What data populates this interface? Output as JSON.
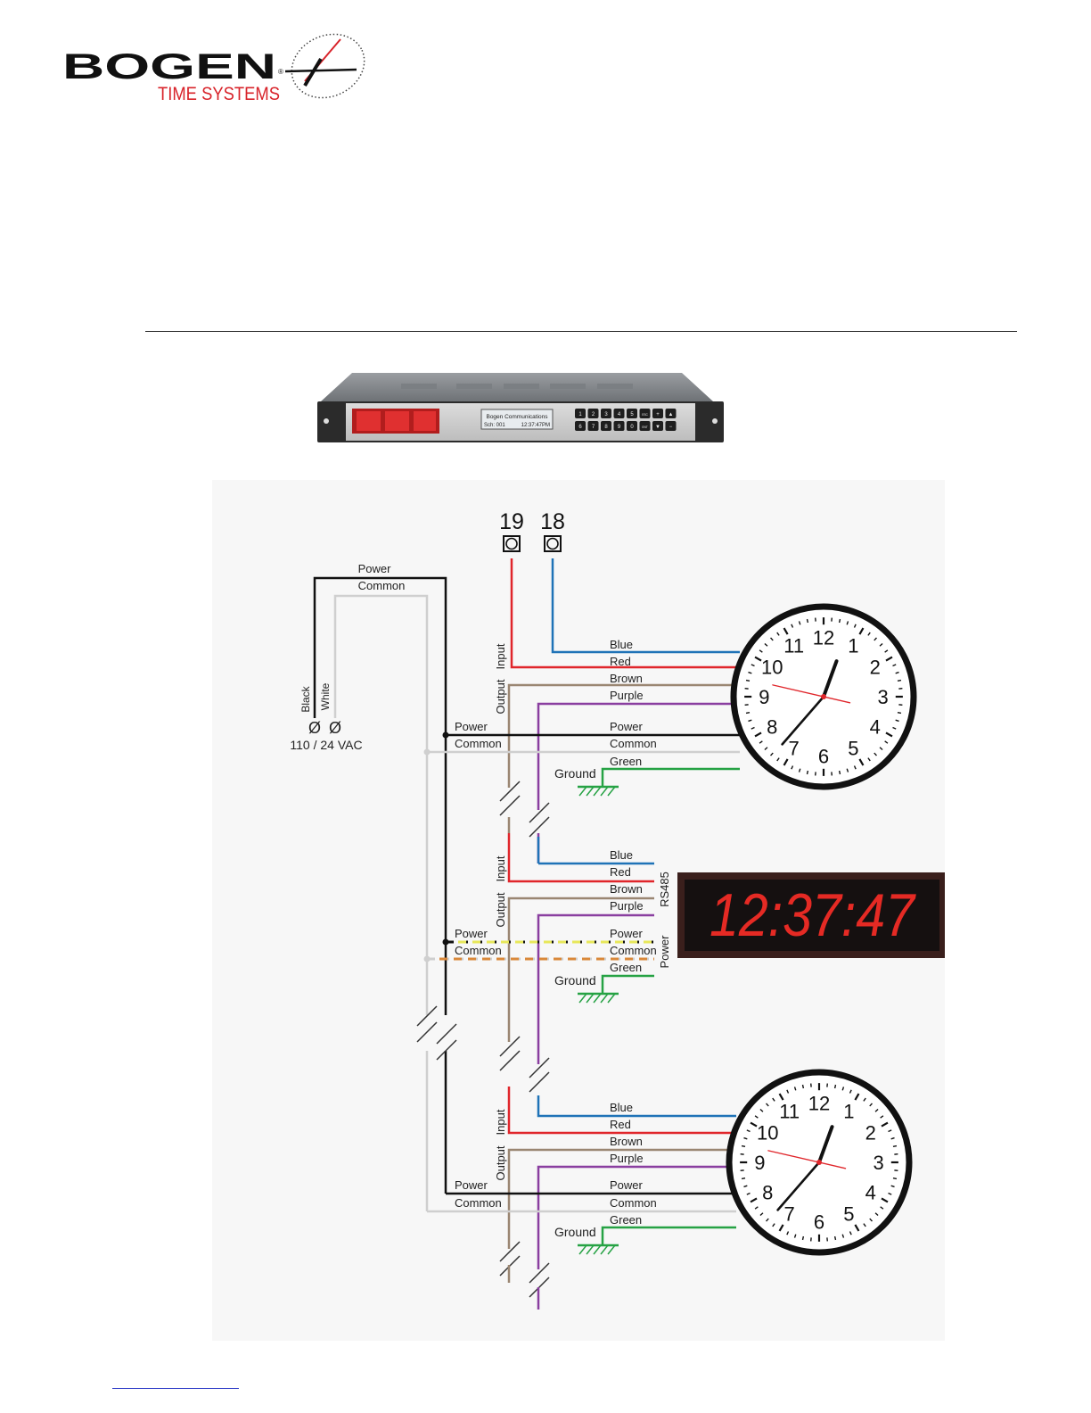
{
  "logo": {
    "brand": "BOGEN",
    "registered": "®",
    "subtitle": "TIME SYSTEMS"
  },
  "device": {
    "lcd_line1": "Bogen Communications",
    "lcd_line2_left": "Sch: 001",
    "lcd_line2_right": "12:37:47PM",
    "keys_row1": [
      "1",
      "2",
      "3",
      "4",
      "5",
      "ESC",
      "+",
      "▲"
    ],
    "keys_row2": [
      "6",
      "7",
      "8",
      "9",
      "0",
      "ENT",
      "▼",
      "−"
    ]
  },
  "terminals": {
    "t19": "19",
    "t18": "18"
  },
  "supply": {
    "power_label": "Power",
    "common_label": "Common",
    "black_label": "Black",
    "white_label": "White",
    "phi": "Ø",
    "voltage": "110 / 24 VAC"
  },
  "section1": {
    "input": "Input",
    "output": "Output",
    "blue": "Blue",
    "red": "Red",
    "brown": "Brown",
    "purple": "Purple",
    "power_left": "Power",
    "common_left": "Common",
    "power_right": "Power",
    "common_right": "Common",
    "green": "Green",
    "ground": "Ground"
  },
  "section2": {
    "input": "Input",
    "output": "Output",
    "blue": "Blue",
    "red": "Red",
    "brown": "Brown",
    "purple": "Purple",
    "power_left": "Power",
    "common_left": "Common",
    "power_right": "Power",
    "common_right": "Common",
    "green": "Green",
    "ground": "Ground",
    "rs485": "RS485",
    "power_vertical": "Power",
    "digital_time": "12:37:47"
  },
  "section3": {
    "input": "Input",
    "output": "Output",
    "blue": "Blue",
    "red": "Red",
    "brown": "Brown",
    "purple": "Purple",
    "power_left": "Power",
    "common_left": "Common",
    "power_right": "Power",
    "common_right": "Common",
    "green": "Green",
    "ground": "Ground"
  },
  "clock_numbers": [
    "12",
    "1",
    "2",
    "3",
    "4",
    "5",
    "6",
    "7",
    "8",
    "9",
    "10",
    "11"
  ],
  "colors": {
    "red": "#e0262b",
    "blue": "#1f73b7",
    "brown": "#9a8672",
    "purple": "#8a3fa0",
    "green": "#26a244",
    "black": "#111111",
    "white_wire": "#cfcfcf",
    "yellow": "#e8e85a",
    "orange": "#d9883a",
    "brand_red": "#d8232a"
  }
}
